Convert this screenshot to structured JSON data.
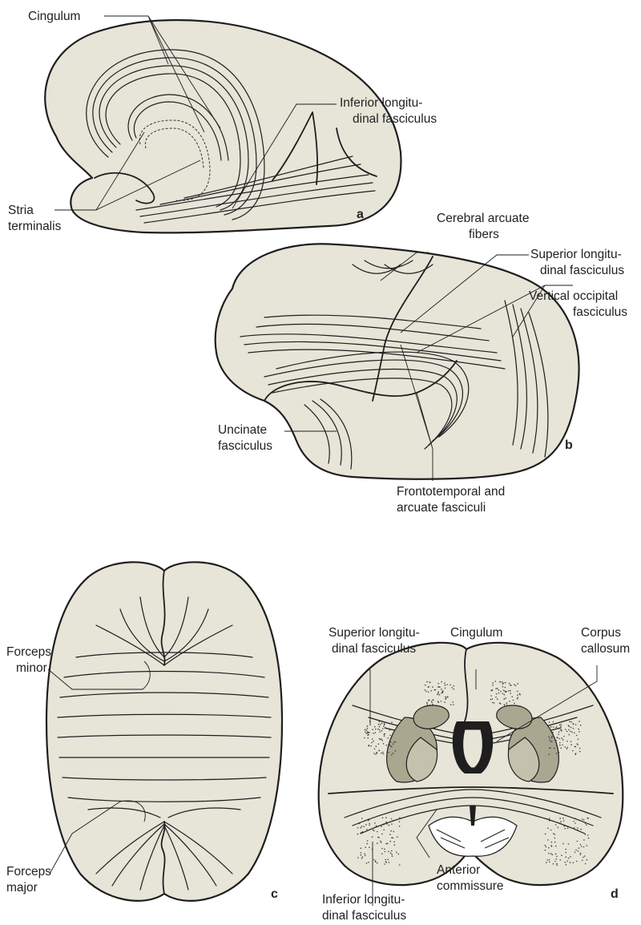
{
  "panels": {
    "a": {
      "panel_label": "a",
      "labels": {
        "cingulum": "Cingulum",
        "ilf_line1": "Inferior longitu-",
        "ilf_line2": "dinal fasciculus",
        "stria_line1": "Stria",
        "stria_line2": "terminalis"
      }
    },
    "b": {
      "panel_label": "b",
      "labels": {
        "caf_line1": "Cerebral arcuate",
        "caf_line2": "fibers",
        "slf_line1": "Superior longitu-",
        "slf_line2": "dinal fasciculus",
        "vof_line1": "Vertical occipital",
        "vof_line2": "fasciculus",
        "unc_line1": "Uncinate",
        "unc_line2": "fasciculus",
        "fta_line1": "Frontotemporal and",
        "fta_line2": "arcuate fasciculi"
      }
    },
    "c": {
      "panel_label": "c",
      "labels": {
        "fmin_line1": "Forceps",
        "fmin_line2": "minor",
        "fmaj_line1": "Forceps",
        "fmaj_line2": "major"
      }
    },
    "d": {
      "panel_label": "d",
      "labels": {
        "slf_line1": "Superior longitu-",
        "slf_line2": "dinal fasciculus",
        "cing": "Cingulum",
        "cc_line1": "Corpus",
        "cc_line2": "callosum",
        "ac_line1": "Anterior",
        "ac_line2": "commissure",
        "ilf_line1": "Inferior longitu-",
        "ilf_line2": "dinal fasciculus"
      }
    }
  },
  "colors": {
    "brain_fill": "#e7e4d8",
    "outline": "#1e1e1e",
    "basal_ganglia_dark": "#a9a78f",
    "basal_ganglia_light": "#c4c2ad"
  }
}
